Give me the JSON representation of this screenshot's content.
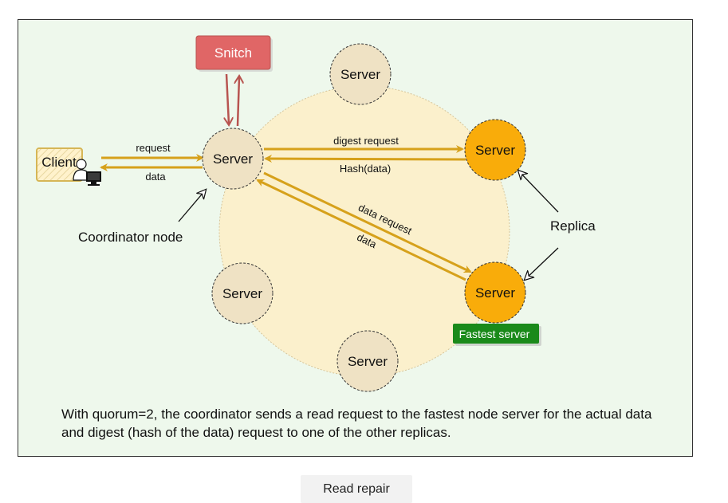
{
  "colors": {
    "panel_bg": "#eef8ec",
    "ring_fill": "#fbf0cc",
    "server_fill": "#efe2c4",
    "replica_fill": "#f9ac0a",
    "snitch_fill": "#e06666",
    "snitch_arrow": "#b85450",
    "flow_arrow": "#d6a11b",
    "fastest_badge": "#1a8a1a",
    "client_fill": "#fff2cc",
    "client_border": "#d6b656"
  },
  "nodes": {
    "snitch": "Snitch",
    "client": "Client",
    "coordinator": "Server",
    "server_top": "Server",
    "replica_digest": "Server",
    "replica_fastest": "Server",
    "server_left": "Server",
    "server_bottom": "Server"
  },
  "edges": {
    "request": "request",
    "data_to_client": "data",
    "digest_request": "digest request",
    "hash_data": "Hash(data)",
    "data_request": "data request",
    "data_from_replica": "data"
  },
  "callouts": {
    "coordinator_node": "Coordinator node",
    "replica": "Replica",
    "fastest_server": "Fastest server"
  },
  "icons": {
    "client_user": "user-computer-icon"
  },
  "caption": "With quorum=2, the coordinator sends a read request to the fastest node server for the actual data and digest (hash of the data) request to one of the other replicas.",
  "button": {
    "label": "Read repair"
  }
}
